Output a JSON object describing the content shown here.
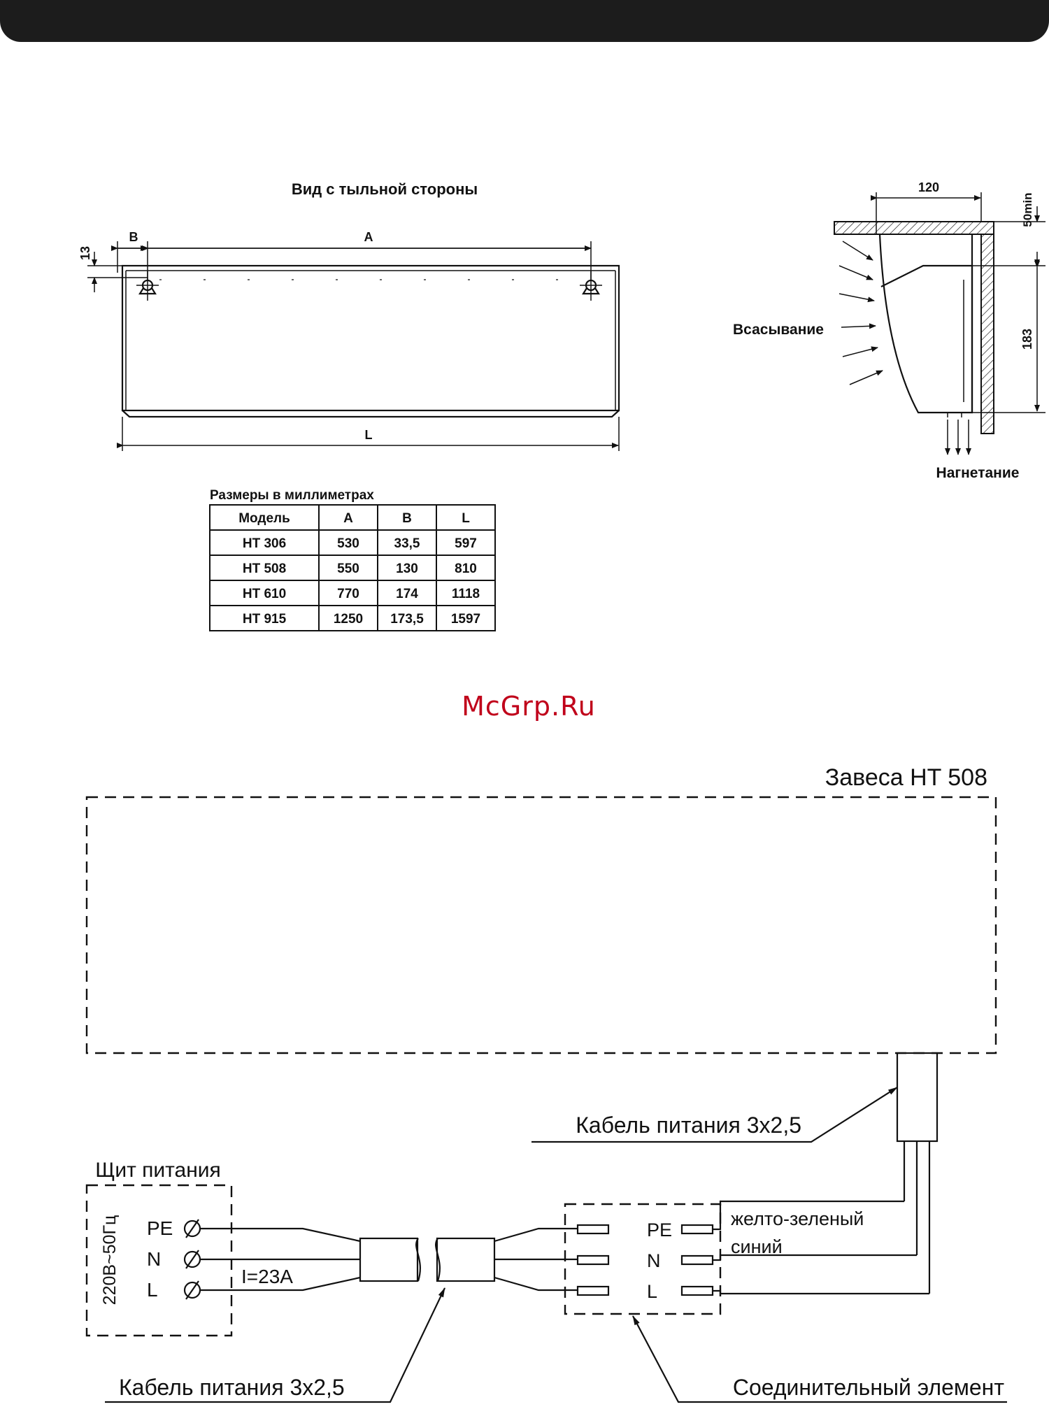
{
  "rear_view": {
    "title": "Вид с тыльной стороны",
    "dim_b": "B",
    "dim_a": "A",
    "dim_l": "L",
    "dim_13": "13"
  },
  "side_view": {
    "dim_120": "120",
    "dim_50min": "50min",
    "dim_183": "183",
    "intake_label": "Всасывание",
    "outlet_label": "Нагнетание"
  },
  "dimensions_table": {
    "caption": "Размеры в миллиметрах",
    "headers": [
      "Модель",
      "A",
      "B",
      "L"
    ],
    "rows": [
      [
        "HT 306",
        "530",
        "33,5",
        "597"
      ],
      [
        "HT 508",
        "550",
        "130",
        "810"
      ],
      [
        "HT 610",
        "770",
        "174",
        "1118"
      ],
      [
        "HT 915",
        "1250",
        "173,5",
        "1597"
      ]
    ]
  },
  "watermark": "McGrp.Ru",
  "wiring": {
    "curtain_label": "Завеса HT 508",
    "cable_label_top": "Кабель питания 3x2,5",
    "panel_label": "Щит питания",
    "voltage_label": "220В~50Гц",
    "terminals_left": [
      "PE",
      "N",
      "L"
    ],
    "current_label": "I=23A",
    "terminals_right": [
      "PE",
      "N",
      "L"
    ],
    "wire_yellow_green": "желто-зеленый",
    "wire_blue": "синий",
    "cable_label_bottom": "Кабель питания 3x2,5",
    "connector_label": "Соединительный элемент"
  },
  "colors": {
    "header_bar": "#1c1c1c",
    "watermark": "#c0001a"
  }
}
